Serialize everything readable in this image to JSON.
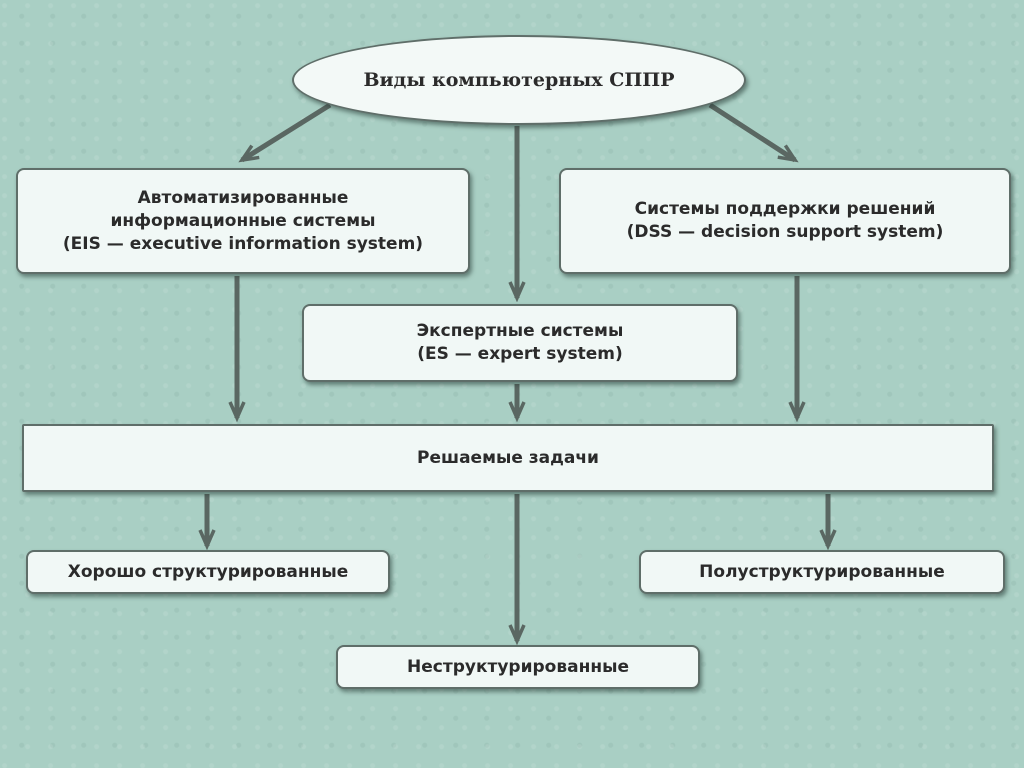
{
  "diagram": {
    "root": "Виды компьютерных СППР",
    "eis": {
      "line1": "Автоматизированные",
      "line2": "информационные системы",
      "line3": "(EIS — executive information system)"
    },
    "dss": {
      "line1": "Системы поддержки решений",
      "line2": "(DSS — decision support system)"
    },
    "es": {
      "line1": "Экспертные системы",
      "line2": "(ES — expert system)"
    },
    "tasks": "Решаемые задачи",
    "well_structured": "Хорошо структурированные",
    "semi_structured": "Полуструктурированные",
    "unstructured": "Неструктурированные"
  },
  "colors": {
    "background": "#a9cfc4",
    "box_fill": "#f1f8f6",
    "border": "#5f6e69",
    "arrow": "#5a6762"
  }
}
